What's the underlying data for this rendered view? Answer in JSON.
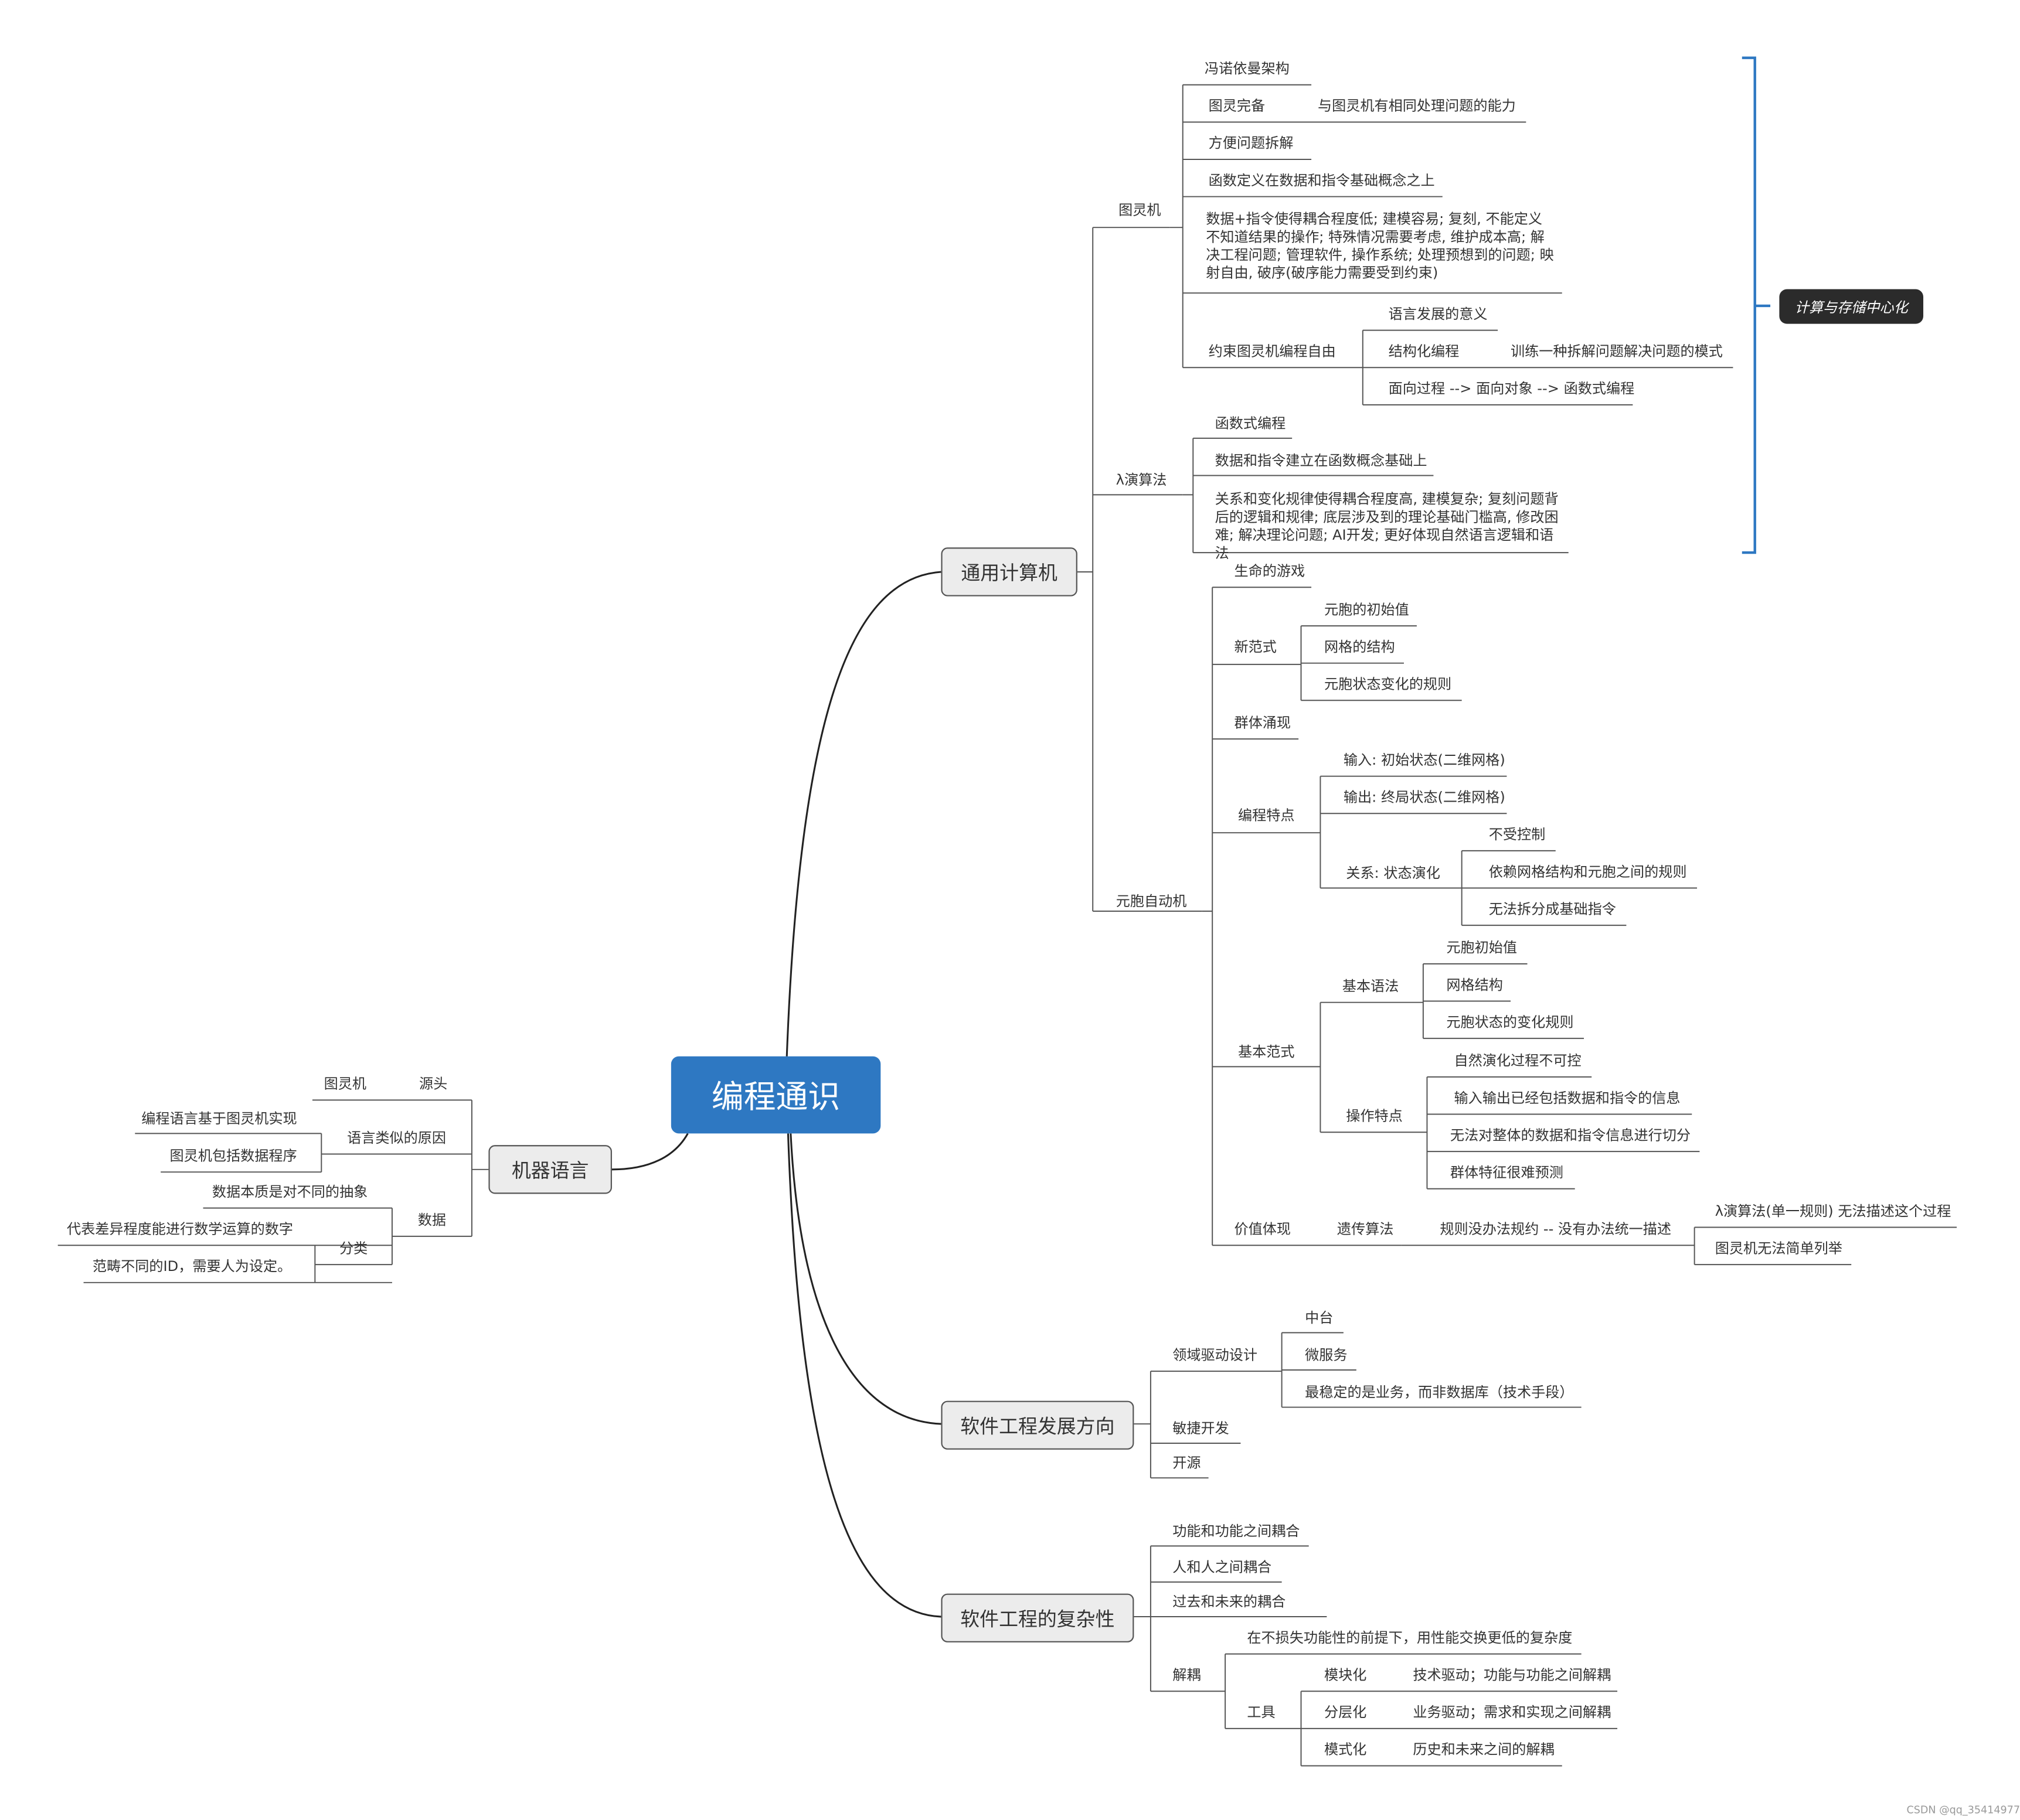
{
  "root": "编程通识",
  "callout": "计算与存储中心化",
  "watermark": "CSDN @qq_35414977",
  "branches": {
    "general": "通用计算机",
    "machine": "机器语言",
    "direction": "软件工程发展方向",
    "complexity": "软件工程的复杂性"
  },
  "general": {
    "turing": {
      "label": "图灵机",
      "items": {
        "von_neumann": "冯诺依曼架构",
        "complete": "图灵完备",
        "complete_desc": "与图灵机有相同处理问题的能力",
        "decompose": "方便问题拆解",
        "function_def": "函数定义在数据和指令基础概念之上",
        "coupling": "数据+指令使得耦合程度低; 建模容易; 复刻, 不能定义不知道结果的操作; 特殊情况需要考虑, 维护成本高; 解决工程问题; 管理软件, 操作系统; 处理预想到的问题; 映射自由, 破序(破序能力需要受到约束)",
        "constrain": "约束图灵机编程自由",
        "lang_meaning": "语言发展的意义",
        "structured": "结构化编程",
        "structured_desc": "训练一种拆解问题解决问题的模式",
        "paradigms": "面向过程  --> 面向对象 --> 函数式编程"
      }
    },
    "lambda": {
      "label": "λ演算法",
      "items": {
        "functional": "函数式编程",
        "based": "数据和指令建立在函数概念基础上",
        "relation": "关系和变化规律使得耦合程度高, 建模复杂; 复刻问题背后的逻辑和规律; 底层涉及到的理论基础门槛高, 修改困难; 解决理论问题; AI开发; 更好体现自然语言逻辑和语法"
      }
    },
    "cellular": {
      "label": "元胞自动机",
      "game": "生命的游戏",
      "new_paradigm": "新范式",
      "np_items": [
        "元胞的初始值",
        "网格的结构",
        "元胞状态变化的规则"
      ],
      "emergence": "群体涌现",
      "features": "编程特点",
      "input": "输入: 初始状态(二维网格)",
      "output": "输出: 终局状态(二维网格)",
      "relation": "关系: 状态演化",
      "rel_items": [
        "不受控制",
        "依赖网格结构和元胞之间的规则",
        "无法拆分成基础指令"
      ],
      "basic": "基本范式",
      "syntax": "基本语法",
      "syntax_items": [
        "元胞初始值",
        "网格结构",
        "元胞状态的变化规则"
      ],
      "op_features": "操作特点",
      "op_items": [
        "自然演化过程不可控",
        "输入输出已经包括数据和指令的信息",
        "无法对整体的数据和指令信息进行切分",
        "群体特征很难预测"
      ],
      "value": "价值体现",
      "genetic": "遗传算法",
      "rules": "规则没办法规约 -- 没有办法统一描述",
      "lambda_fail": "λ演算法(单一规则) 无法描述这个过程",
      "turing_fail": "图灵机无法简单列举"
    }
  },
  "machine": {
    "source": "源头",
    "source_turing": "图灵机",
    "reason": "语言类似的原因",
    "reason_items": [
      "编程语言基于图灵机实现",
      "图灵机包括数据程序"
    ],
    "data": "数据",
    "abstract": "数据本质是对不同的抽象",
    "category": "分类",
    "cat_items": [
      "代表差异程度能进行数学运算的数字",
      "范畴不同的ID，需要人为设定。"
    ]
  },
  "direction": {
    "ddd": "领域驱动设计",
    "ddd_items": [
      "中台",
      "微服务",
      "最稳定的是业务，而非数据库（技术手段）"
    ],
    "agile": "敏捷开发",
    "open": "开源"
  },
  "complexity": {
    "c1": "功能和功能之间耦合",
    "c2": "人和人之间耦合",
    "c3": "过去和未来的耦合",
    "decouple": "解耦",
    "tradeoff": "在不损失功能性的前提下，用性能交换更低的复杂度",
    "tools": "工具",
    "modular": "模块化",
    "modular_desc": "技术驱动；功能与功能之间解耦",
    "layered": "分层化",
    "layered_desc": "业务驱动；需求和实现之间解耦",
    "pattern": "模式化",
    "pattern_desc": "历史和未来之间的解耦"
  }
}
